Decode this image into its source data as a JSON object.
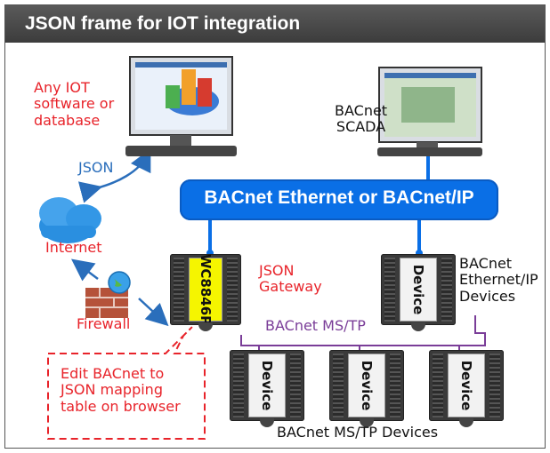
{
  "header": {
    "title": "JSON frame for IOT integration"
  },
  "labels": {
    "iot_software": [
      "Any IOT",
      "software or",
      "database"
    ],
    "scada": [
      "BACnet",
      "SCADA"
    ],
    "json_arrow": "JSON",
    "internet": "Internet",
    "firewall": "Firewall",
    "bus": "BACnet Ethernet or BACnet/IP",
    "gateway_model": "WC8846P",
    "json_gateway": [
      "JSON",
      "Gateway"
    ],
    "eth_devices": [
      "BACnet",
      "Ethernet/IP",
      "Devices"
    ],
    "mstp_link": "BACnet MS/TP",
    "mstp_devices": "BACnet MS/TP Devices",
    "edit_note": [
      "Edit BACnet to",
      "JSON mapping",
      "table on browser"
    ],
    "device": "Device"
  },
  "colors": {
    "bus": "#0a6fe6",
    "red_text": "#e8232a",
    "blue_text": "#2a6ebb",
    "mstp_line": "#7a3d98",
    "gateway_face": "#f5f500"
  },
  "icons": [
    "computer-icon",
    "chart-icon",
    "cloud-icon",
    "firewall-icon",
    "globe-icon"
  ]
}
